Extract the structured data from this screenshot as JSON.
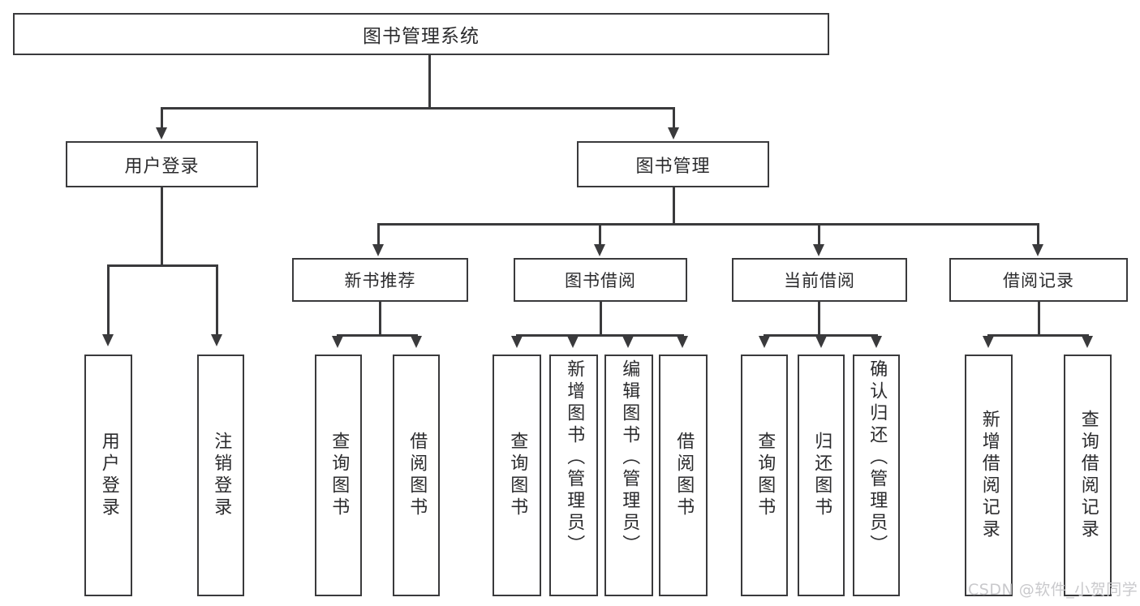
{
  "diagram": {
    "title": "图书管理系统",
    "type": "功能结构图",
    "background_color": "#ffffff",
    "line_color": "#3a3a3c",
    "text_color": "#2b2b2d"
  },
  "root": {
    "label": "图书管理系统"
  },
  "level1": [
    {
      "id": "user-login",
      "label": "用户登录"
    },
    {
      "id": "book-manage",
      "label": "图书管理"
    }
  ],
  "level2": [
    {
      "id": "new-book-recommend",
      "label": "新书推荐"
    },
    {
      "id": "book-borrow",
      "label": "图书借阅"
    },
    {
      "id": "current-borrow",
      "label": "当前借阅"
    },
    {
      "id": "borrow-record",
      "label": "借阅记录"
    }
  ],
  "leaves": {
    "user_login": [
      {
        "id": "leaf-user-login",
        "label": "用户登录"
      },
      {
        "id": "leaf-logout",
        "label": "注销登录"
      }
    ],
    "new_book_recommend": [
      {
        "id": "leaf-query-book-1",
        "label": "查询图书"
      },
      {
        "id": "leaf-borrow-book-1",
        "label": "借阅图书"
      }
    ],
    "book_borrow": [
      {
        "id": "leaf-query-book-2",
        "label": "查询图书"
      },
      {
        "id": "leaf-add-book",
        "label": "新增图书（管理员）"
      },
      {
        "id": "leaf-edit-book",
        "label": "编辑图书（管理员）"
      },
      {
        "id": "leaf-borrow-book-2",
        "label": "借阅图书"
      }
    ],
    "current_borrow": [
      {
        "id": "leaf-query-book-3",
        "label": "查询图书"
      },
      {
        "id": "leaf-return-book",
        "label": "归还图书"
      },
      {
        "id": "leaf-confirm-return",
        "label": "确认归还（管理员）"
      }
    ],
    "borrow_record": [
      {
        "id": "leaf-add-record",
        "label": "新增借阅记录"
      },
      {
        "id": "leaf-query-record",
        "label": "查询借阅记录"
      }
    ]
  },
  "watermark": {
    "text": "CSDN @软件_小贺同学",
    "color": "#c9c9cc"
  }
}
